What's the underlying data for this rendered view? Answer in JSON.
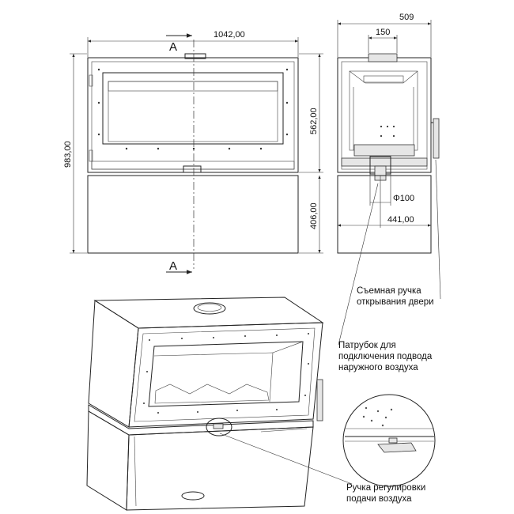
{
  "front_view": {
    "dim_width": "1042,00",
    "dim_height_total": "983,00",
    "dim_height_top": "562,00",
    "dim_height_bottom": "406,00",
    "section_mark_top": "A",
    "section_mark_bottom": "A"
  },
  "side_view": {
    "dim_depth": "509",
    "dim_flue": "150",
    "dim_air_pipe": "Φ100",
    "dim_air_offset": "441,00"
  },
  "callouts": {
    "handle_line1": "Съемная ручка",
    "handle_line2": "открывания двери",
    "air_pipe_line1": "Патрубок для",
    "air_pipe_line2": "подключения подвода",
    "air_pipe_line3": "наружного воздуха",
    "air_control_line1": "Ручка регулировки",
    "air_control_line2": "подачи воздуха"
  }
}
